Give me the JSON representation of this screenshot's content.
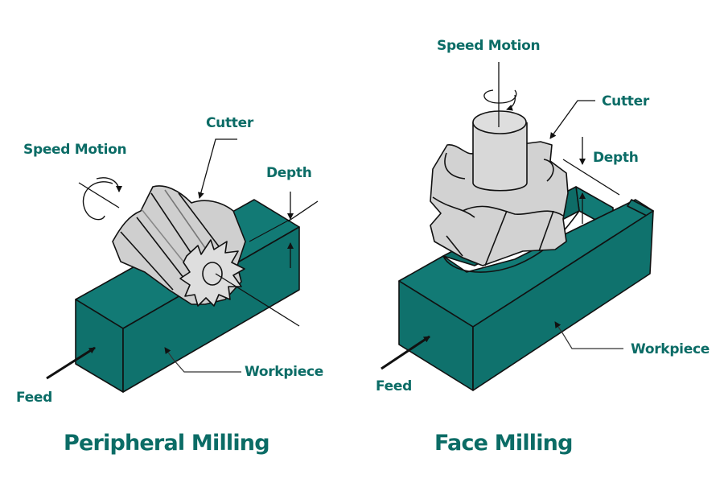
{
  "colors": {
    "label_text": "#0b6c66",
    "workpiece_fill": "#0f7470",
    "cutter_fill": "#d6d6d6",
    "outline": "#111111"
  },
  "peripheral": {
    "title": "Peripheral Milling",
    "labels": {
      "speed_motion": "Speed Motion",
      "cutter": "Cutter",
      "depth": "Depth",
      "workpiece": "Workpiece",
      "feed": "Feed"
    }
  },
  "face": {
    "title": "Face Milling",
    "labels": {
      "speed_motion": "Speed Motion",
      "cutter": "Cutter",
      "depth": "Depth",
      "workpiece": "Workpiece",
      "feed": "Feed"
    }
  }
}
